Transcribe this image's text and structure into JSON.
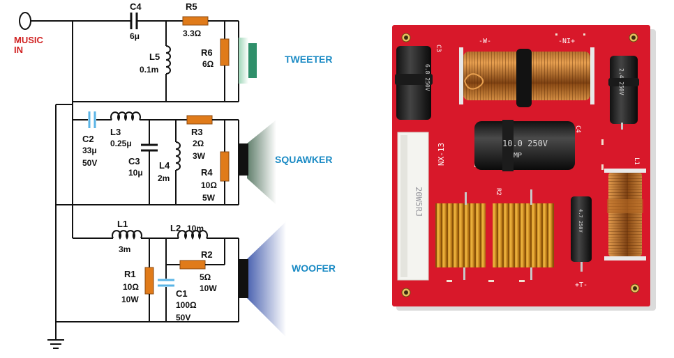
{
  "schematic": {
    "input_label_1": "MUSIC",
    "input_label_2": "IN",
    "tweeter_label": "TWEETER",
    "squawker_label": "SQUAWKER",
    "woofer_label": "WOOFER",
    "c4": {
      "name": "C4",
      "value": "6μ"
    },
    "r5": {
      "name": "R5",
      "value": "3.3Ω"
    },
    "l5": {
      "name": "L5",
      "value": "0.1m"
    },
    "r6": {
      "name": "R6",
      "value": "6Ω"
    },
    "c2": {
      "name": "C2",
      "value": "33μ",
      "rating": "50V"
    },
    "l3": {
      "name": "L3",
      "value": "0.25μ"
    },
    "c3": {
      "name": "C3",
      "value": "10μ"
    },
    "l4": {
      "name": "L4",
      "value": "2m"
    },
    "r3": {
      "name": "R3",
      "value": "2Ω",
      "rating": "3W"
    },
    "r4": {
      "name": "R4",
      "value": "10Ω",
      "rating": "5W"
    },
    "l1": {
      "name": "L1",
      "value": "3m"
    },
    "l2": {
      "name": "L2",
      "value": "10m"
    },
    "r2": {
      "name": "R2",
      "value": "5Ω",
      "rating": "10W"
    },
    "r1": {
      "name": "R1",
      "value": "10Ω",
      "rating": "10W"
    },
    "c1": {
      "name": "C1",
      "value": "100Ω",
      "rating": "50V"
    }
  },
  "board": {
    "top_left_mark": "-W-",
    "top_right_mark": "-NI+",
    "bottom_mark": "+T-",
    "model": "NX-13",
    "ceramic_resistor_text": "20W5RJ",
    "c3_silk": "C3",
    "c4_silk": "C4",
    "l1_silk": "L1",
    "r2_silk": "R2",
    "cap_c3_print": "6.8 250V",
    "cap_c4_print": "10.0 250V",
    "cap_c4_brand": "MP",
    "cap_right_print": "2.4 250V",
    "cap_small_print": "4.7 250V"
  },
  "colors": {
    "wire": "#111111",
    "resistor": "#e07b1a",
    "capacitor_blue": "#5ab4e6",
    "speaker_label": "#1a8ac4",
    "input_label": "#d02020",
    "pcb": "#d8182a"
  }
}
